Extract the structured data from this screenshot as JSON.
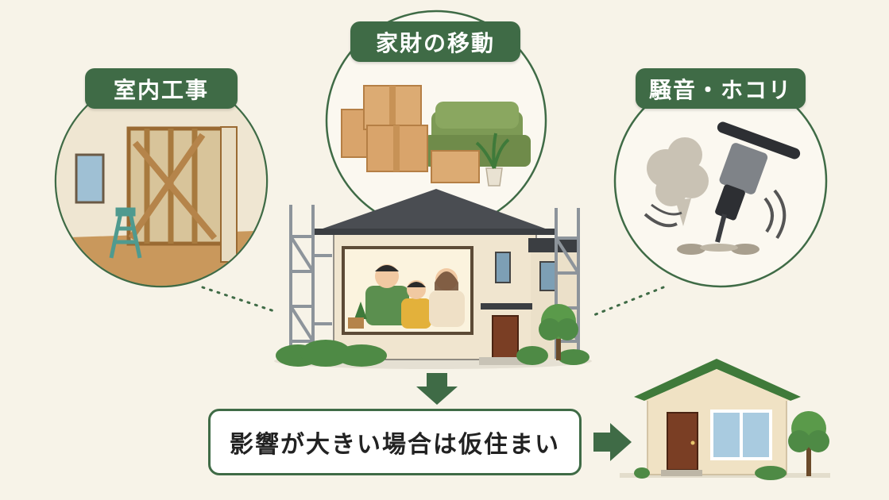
{
  "labels": {
    "moving": "家財の移動",
    "interior": "室内工事",
    "noise": "騒音・ホコリ"
  },
  "result": "影響が大きい場合は仮住まい",
  "colors": {
    "accent": "#3f6b46",
    "background": "#f7f3e8",
    "roof": "#4a4d52"
  }
}
